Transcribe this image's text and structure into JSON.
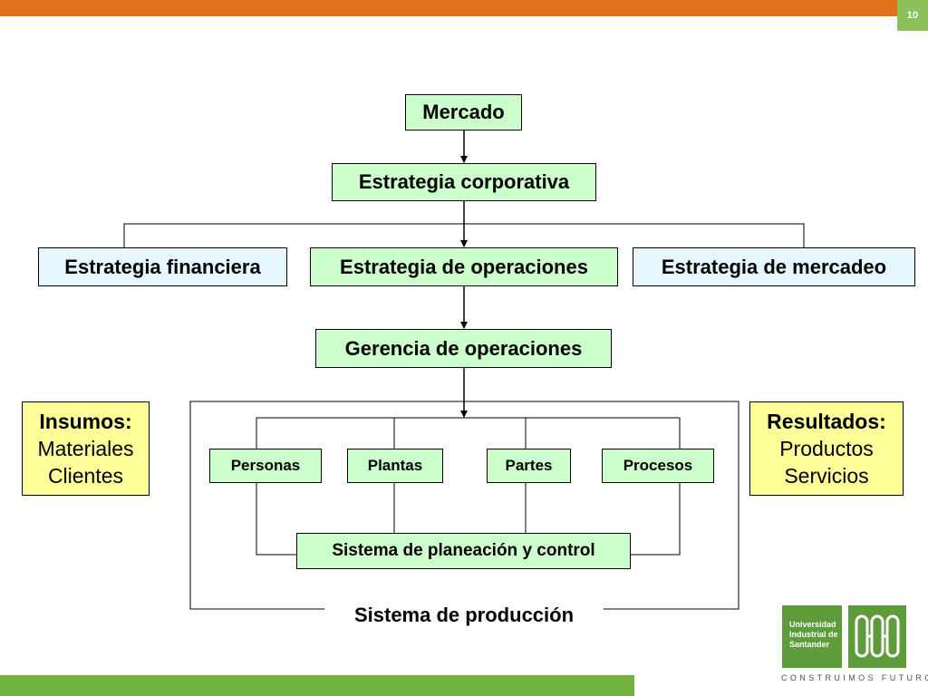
{
  "slide": {
    "number": "10"
  },
  "colors": {
    "top_bar": "#E2711D",
    "bottom_bar": "#72B33D",
    "slide_number_bg": "#8DBF5B",
    "green_box": "#CCFFCC",
    "blue_box": "#E6F7FF",
    "yellow_box": "#FFFF99",
    "logo": "#5E9B3A"
  },
  "diagram": {
    "mercado": "Mercado",
    "estrategia_corporativa": "Estrategia corporativa",
    "estrategia_financiera": "Estrategia financiera",
    "estrategia_operaciones": "Estrategia de operaciones",
    "estrategia_mercadeo": "Estrategia de mercadeo",
    "gerencia_operaciones": "Gerencia de operaciones",
    "personas": "Personas",
    "plantas": "Plantas",
    "partes": "Partes",
    "procesos": "Procesos",
    "sistema_planeacion": "Sistema de planeación y control",
    "sistema_produccion": "Sistema de producción",
    "insumos": {
      "title": "Insumos:",
      "items": [
        "Materiales",
        "Clientes"
      ]
    },
    "resultados": {
      "title": "Resultados:",
      "items": [
        "Productos",
        "Servicios"
      ]
    }
  },
  "logo": {
    "lines": [
      "Universidad",
      "Industrial de",
      "Santander"
    ],
    "tagline": "CONSTRUIMOS FUTURO",
    "mark": "UIS"
  }
}
